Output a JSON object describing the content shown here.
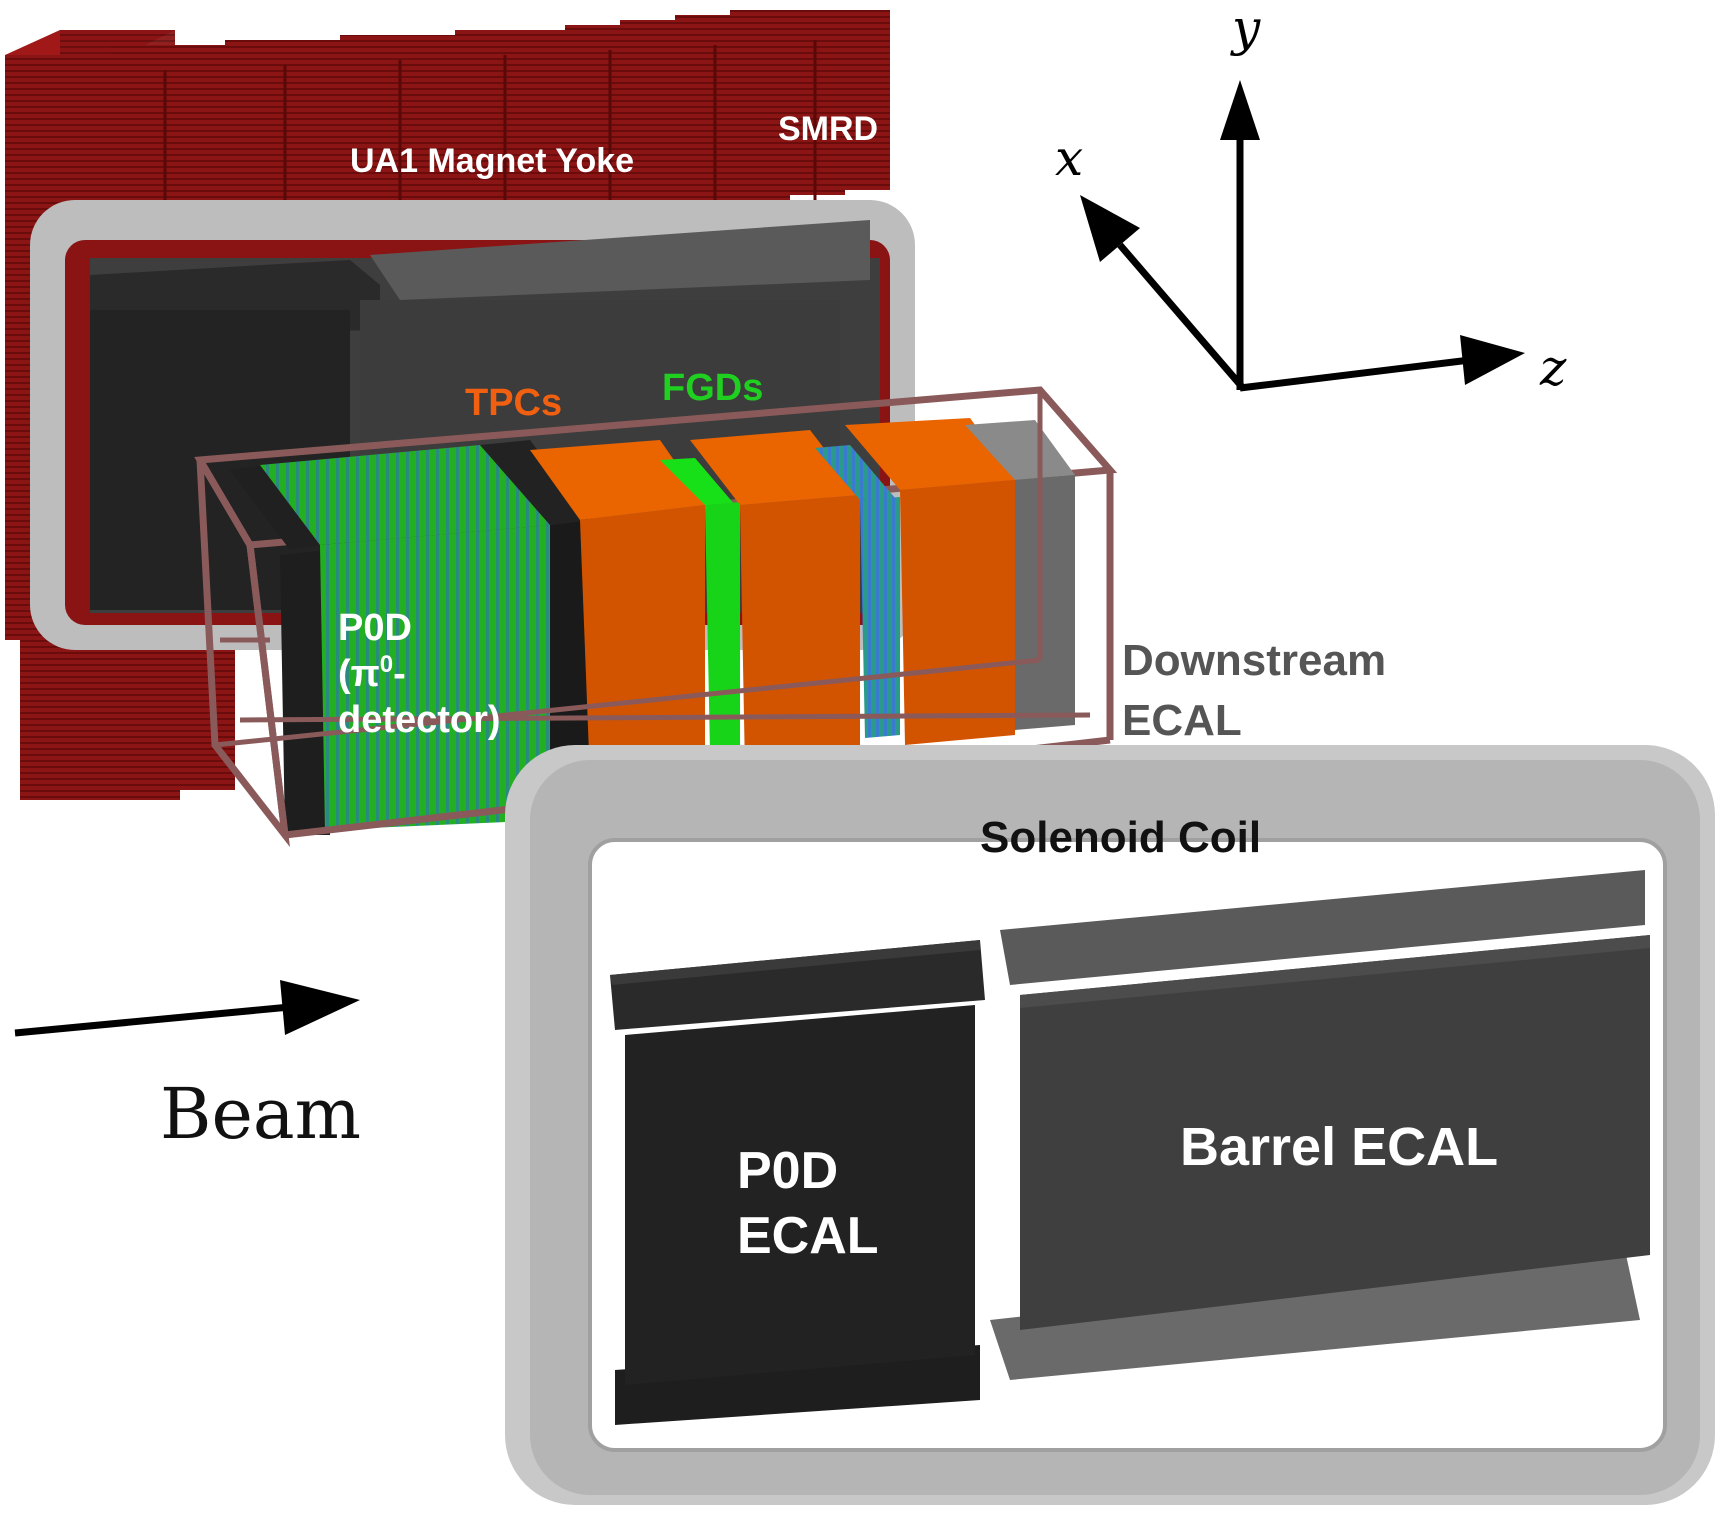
{
  "labels": {
    "yoke": "UA1 Magnet Yoke",
    "smrd": "SMRD",
    "tpcs": "TPCs",
    "fgds": "FGDs",
    "p0d_line1": "P0D",
    "p0d_line2_a": "(π",
    "p0d_line2_sup": "0",
    "p0d_line2_b": "-",
    "p0d_line3": "detector)",
    "downstream_line1": "Downstream",
    "downstream_line2": "ECAL",
    "solenoid": "Solenoid Coil",
    "p0d_ecal_line1": "P0D",
    "p0d_ecal_line2": "ECAL",
    "barrel_ecal": "Barrel ECAL",
    "beam": "Beam"
  },
  "axes": {
    "x": "x",
    "y": "y",
    "z": "z"
  },
  "colors": {
    "yoke": "#8b1414",
    "tpc": "#e55a00",
    "fgd": "#18d418",
    "p0d": "#22b022",
    "ecal_dark": "#2c2c2c",
    "ecal_grey": "#464646",
    "coil": "#b8b8b8",
    "frame": "#8a5a5a",
    "tpc_label": "#f06010",
    "fgd_label": "#20d020",
    "downstream_label": "#555555"
  }
}
